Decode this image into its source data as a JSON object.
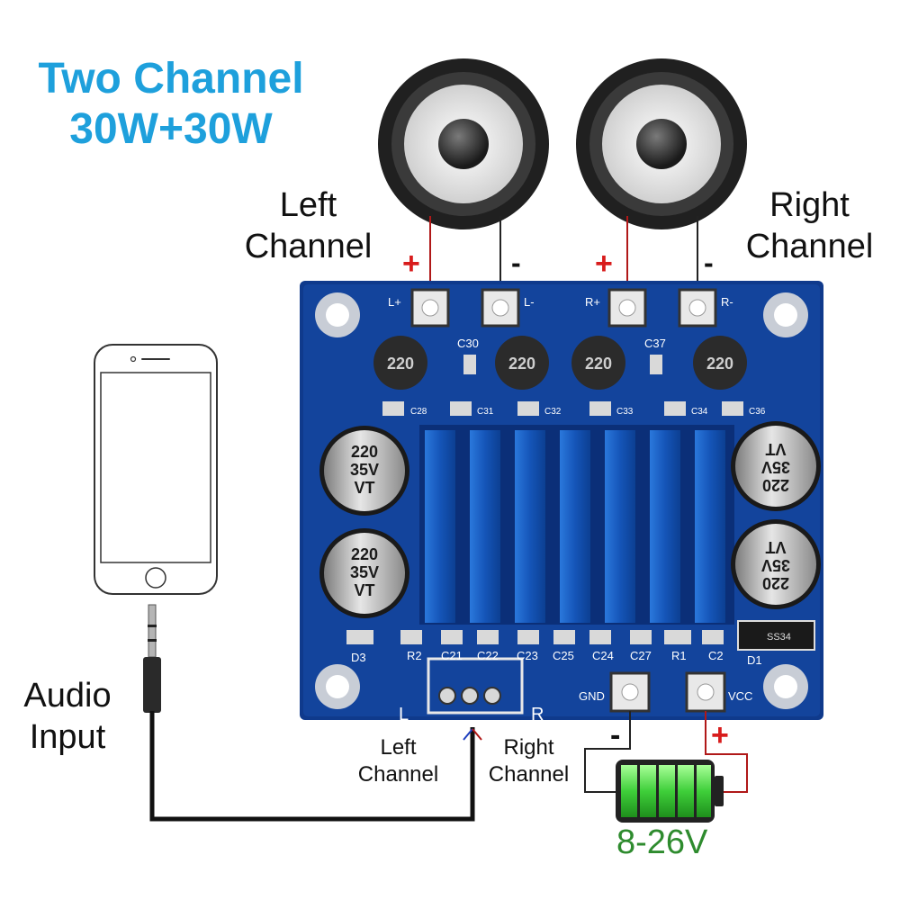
{
  "title": {
    "line1": "Two Channel",
    "line2": "30W+30W"
  },
  "speakers": {
    "left_label": {
      "line1": "Left",
      "line2": "Channel"
    },
    "right_label": {
      "line1": "Right",
      "line2": "Channel"
    },
    "plus": "+",
    "minus": "-"
  },
  "audio_input": {
    "line1": "Audio",
    "line2": "Input"
  },
  "input_wires": {
    "left": {
      "line1": "Left",
      "line2": "Channel"
    },
    "right": {
      "line1": "Right",
      "line2": "Channel"
    }
  },
  "power": {
    "minus": "-",
    "plus": "+",
    "voltage": "8-26V"
  },
  "board": {
    "pad_labels": {
      "l_plus": "L+",
      "l_minus": "L-",
      "r_plus": "R+",
      "r_minus": "R-",
      "gnd": "GND",
      "vcc": "VCC"
    },
    "inductor_value": "220",
    "capacitor": {
      "line1": "220",
      "line2": "35V",
      "line3": "VT"
    },
    "top_parts": [
      "C30",
      "C37",
      "C28",
      "C31",
      "C32",
      "C33",
      "C34",
      "C36"
    ],
    "bottom_parts": [
      "D3",
      "R2",
      "C21",
      "C22",
      "C23",
      "C25",
      "C24",
      "C27",
      "R1",
      "C2",
      "D1"
    ],
    "diode_marking": "SS34",
    "jack": {
      "left": "L",
      "right": "R"
    }
  },
  "colors": {
    "title": "#1ea0dc",
    "pcb": "#0f3a8c",
    "heatsink": "#1e64c8",
    "wire_red": "#b01818",
    "battery": "#3fcf3a",
    "voltage": "#2e8b2e"
  }
}
